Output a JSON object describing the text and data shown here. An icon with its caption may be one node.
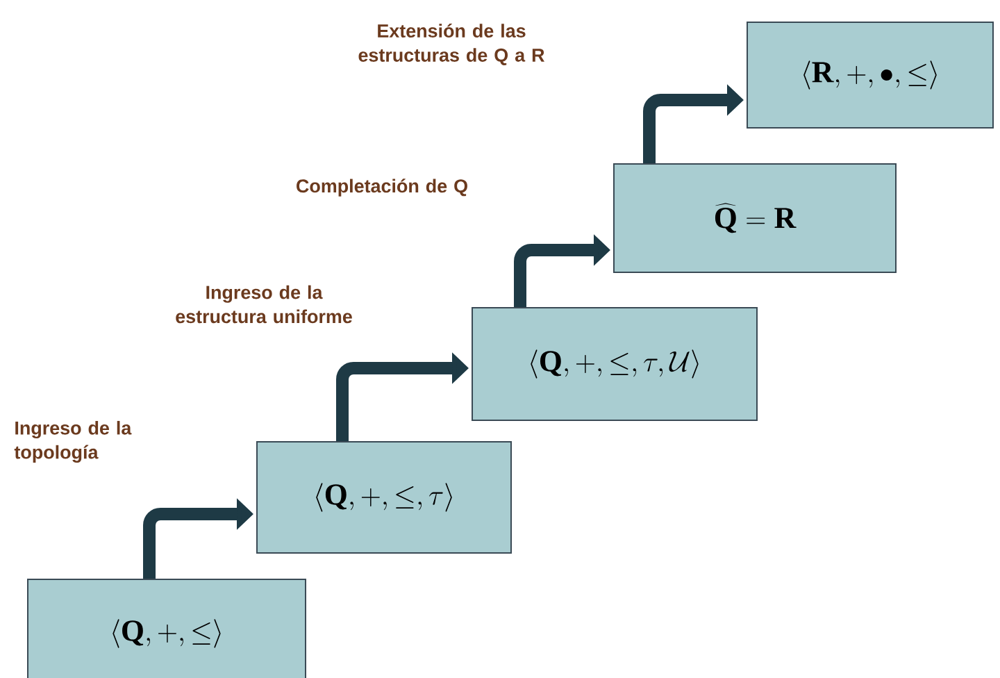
{
  "diagram": {
    "nodes": [
      {
        "text": [
          "\\langle \\mathbf{Q}, +, \\leq \\rangle"
        ]
      },
      {
        "text": [
          "\\langle \\mathbf{Q}, +, \\leq , \\tau \\rangle"
        ]
      },
      {
        "text": [
          "\\langle \\mathbf{Q}, +, \\leq , \\tau, \\mathcal{U} \\rangle"
        ]
      },
      {
        "text": [
          "\\widehat{\\mathbf{Q}} = \\mathbf{R}"
        ]
      },
      {
        "text": [
          "\\langle \\mathbf{R}, +, \\bullet , \\leq \\rangle"
        ]
      }
    ],
    "edges": [
      {
        "from": 0,
        "to": 1,
        "arrow": "to"
      },
      {
        "from": 1,
        "to": 2,
        "arrow": "to"
      },
      {
        "from": 2,
        "to": 3,
        "arrow": "to"
      },
      {
        "from": 3,
        "to": 4,
        "arrow": "to"
      }
    ],
    "labels": [
      "Extensión de las estructuras de Q a R",
      "Completación de Q",
      "Ingreso de la estructura uniforme",
      "Ingreso de la topología"
    ]
  }
}
